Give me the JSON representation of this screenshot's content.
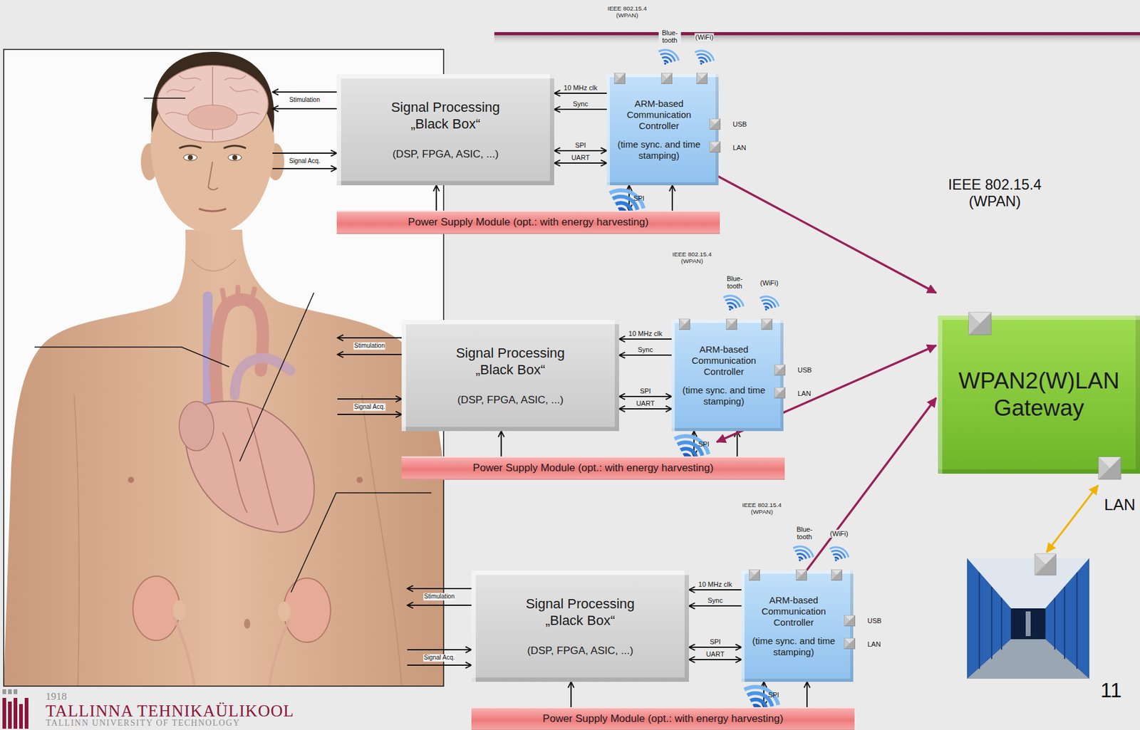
{
  "diagram": {
    "nodes": [
      {
        "text": [
          "Signal Processing „Black Box“",
          "(DSP, FPGA, ASIC, ...)"
        ]
      },
      {
        "text": [
          "ARM-based Communication Controller",
          "(time sync. and time stamping)"
        ]
      },
      {
        "text": [
          "IEEE 802.15.4 (WPAN)"
        ]
      },
      {
        "text": [
          "Power Supply Module (opt.: with energy harvesting)"
        ]
      },
      {
        "text": [
          "Signal Processing „Black Box“",
          "(DSP, FPGA, ASIC, ...)"
        ]
      },
      {
        "text": [
          "ARM-based Communication Controller",
          "(time sync. and time stamping)"
        ]
      },
      {
        "text": [
          "IEEE 802.15.4 (WPAN)"
        ]
      },
      {
        "text": [
          "Power Supply Module (opt.: with energy harvesting)"
        ]
      },
      {
        "text": [
          "Signal Processing „Black Box“",
          "(DSP, FPGA, ASIC, ...)"
        ]
      },
      {
        "text": [
          "ARM-based Communication Controller",
          "(time sync. and time stamping)"
        ]
      },
      {
        "text": [
          "IEEE 802.15.4 (WPAN)"
        ]
      },
      {
        "text": [
          "Power Supply Module (opt.: with energy harvesting)"
        ]
      },
      {
        "text": [
          "IEEE 802.15.4 (WPAN)"
        ]
      },
      {
        "text": [
          "WPAN2(W)LAN Gateway"
        ]
      }
    ],
    "edges": [
      {
        "from": 1,
        "to": 0,
        "label": "10 MHz clk",
        "arrow": "to"
      },
      {
        "from": 1,
        "to": 0,
        "label": "Sync",
        "arrow": "to"
      },
      {
        "from": 0,
        "to": 1,
        "label": "SPI",
        "arrow": "both"
      },
      {
        "from": 0,
        "to": 1,
        "label": "UART",
        "arrow": "both"
      },
      {
        "from": 3,
        "to": 0,
        "arrow": "to"
      },
      {
        "from": 3,
        "to": 1,
        "arrow": "to"
      },
      {
        "from": 1,
        "to": 3,
        "label": "SPI",
        "arrow": "both"
      },
      {
        "from": 2,
        "to": 12,
        "arrow": "both"
      },
      {
        "from": 5,
        "to": 4,
        "label": "10 MHz clk",
        "arrow": "to"
      },
      {
        "from": 5,
        "to": 4,
        "label": "Sync",
        "arrow": "to"
      },
      {
        "from": 4,
        "to": 5,
        "label": "SPI",
        "arrow": "both"
      },
      {
        "from": 4,
        "to": 5,
        "label": "UART",
        "arrow": "both"
      },
      {
        "from": 7,
        "to": 4,
        "arrow": "to"
      },
      {
        "from": 7,
        "to": 5,
        "arrow": "to"
      },
      {
        "from": 5,
        "to": 7,
        "label": "SPI",
        "arrow": "both"
      },
      {
        "from": 6,
        "to": 12,
        "arrow": "both"
      },
      {
        "from": 9,
        "to": 8,
        "label": "10 MHz clk",
        "arrow": "to"
      },
      {
        "from": 9,
        "to": 8,
        "label": "Sync",
        "arrow": "to"
      },
      {
        "from": 8,
        "to": 9,
        "label": "SPI",
        "arrow": "both"
      },
      {
        "from": 8,
        "to": 9,
        "label": "UART",
        "arrow": "both"
      },
      {
        "from": 11,
        "to": 8,
        "arrow": "to"
      },
      {
        "from": 11,
        "to": 9,
        "arrow": "to"
      },
      {
        "from": 9,
        "to": 11,
        "label": "SPI",
        "arrow": "both"
      },
      {
        "from": 10,
        "to": 12,
        "arrow": "both"
      }
    ],
    "labels": [
      "Stimulation",
      "Signal Acq.",
      "Blue- tooth",
      "(WiFi)",
      "USB",
      "LAN",
      "Stimulation",
      "Signal Acq.",
      "Blue- tooth",
      "(WiFi)",
      "USB",
      "LAN",
      "Stimulation",
      "Signal Acq.",
      "Blue- tooth",
      "(WiFi)",
      "USB",
      "LAN",
      "LAN",
      "11",
      "1918",
      "TALLINNA TEHNIKAÜLIKOOL",
      "TALLINN UNIVERSITY OF TECHNOLOGY"
    ]
  }
}
